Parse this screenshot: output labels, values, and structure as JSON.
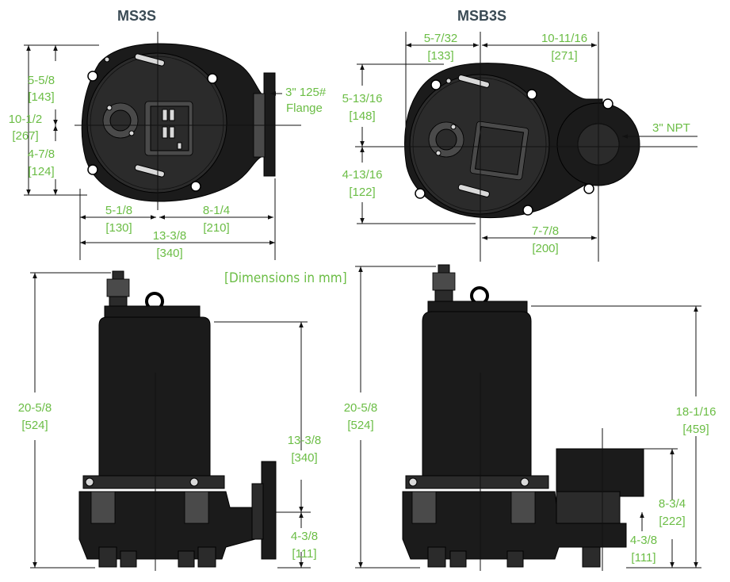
{
  "titles": {
    "left": "MS3S",
    "right": "MSB3S"
  },
  "note": "[Dimensions in mm]",
  "ms3s_top": {
    "d_5_5_8": "5-5/8",
    "d_143": "[143]",
    "d_10_1_2": "10-1/2",
    "d_267": "[267]",
    "d_4_7_8": "4-7/8",
    "d_124": "[124]",
    "flange_a": "3\" 125#",
    "flange_b": "Flange",
    "d_5_1_8": "5-1/8",
    "d_130": "[130]",
    "d_8_1_4": "8-1/4",
    "d_210": "[210]",
    "d_13_3_8": "13-3/8",
    "d_340": "[340]"
  },
  "msb3s_top": {
    "d_5_7_32": "5-7/32",
    "d_133": "[133]",
    "d_10_11_16": "10-11/16",
    "d_271": "[271]",
    "d_5_13_16": "5-13/16",
    "d_148": "[148]",
    "npt": "3\" NPT",
    "d_4_13_16": "4-13/16",
    "d_122": "[122]",
    "d_7_7_8": "7-7/8",
    "d_200": "[200]"
  },
  "ms3s_side": {
    "d_20_5_8": "20-5/8",
    "d_524": "[524]",
    "d_13_3_8": "13-3/8",
    "d_340": "[340]",
    "d_4_3_8": "4-3/8",
    "d_111": "[111]"
  },
  "msb3s_side": {
    "d_20_5_8": "20-5/8",
    "d_524": "[524]",
    "d_18_1_16": "18-1/16",
    "d_459": "[459]",
    "d_8_3_4": "8-3/4",
    "d_222": "[222]",
    "d_4_3_8": "4-3/8",
    "d_111": "[111]"
  },
  "colors": {
    "dimension_text": "#6bbd45",
    "title_text": "#3a4a54",
    "pump_body": "#1b1b1b"
  }
}
